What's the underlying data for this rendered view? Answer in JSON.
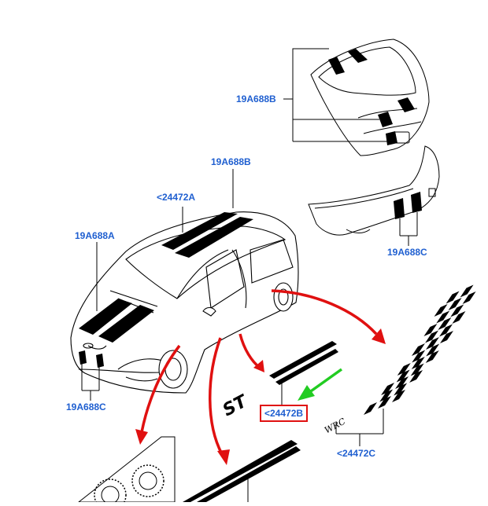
{
  "callouts": {
    "trunk_stripe": "19A688B",
    "roof_stripe": "19A688B",
    "roof_decal": "<24472A",
    "hood_stripe": "19A688A",
    "rear_bumper_stripe": "19A688C",
    "front_bumper_stripe": "19A688C",
    "side_st_decal": "<24472B",
    "checkered_flag_decal": "<24472C"
  },
  "decal_text": {
    "st_logo": "ST",
    "wrc_logo": "WRC"
  },
  "colors": {
    "callout_text": "#1f5fd0",
    "highlight_box": "#e01010",
    "red_arrow": "#e01010",
    "green_arrow": "#22cc22",
    "line_art": "#000000"
  }
}
